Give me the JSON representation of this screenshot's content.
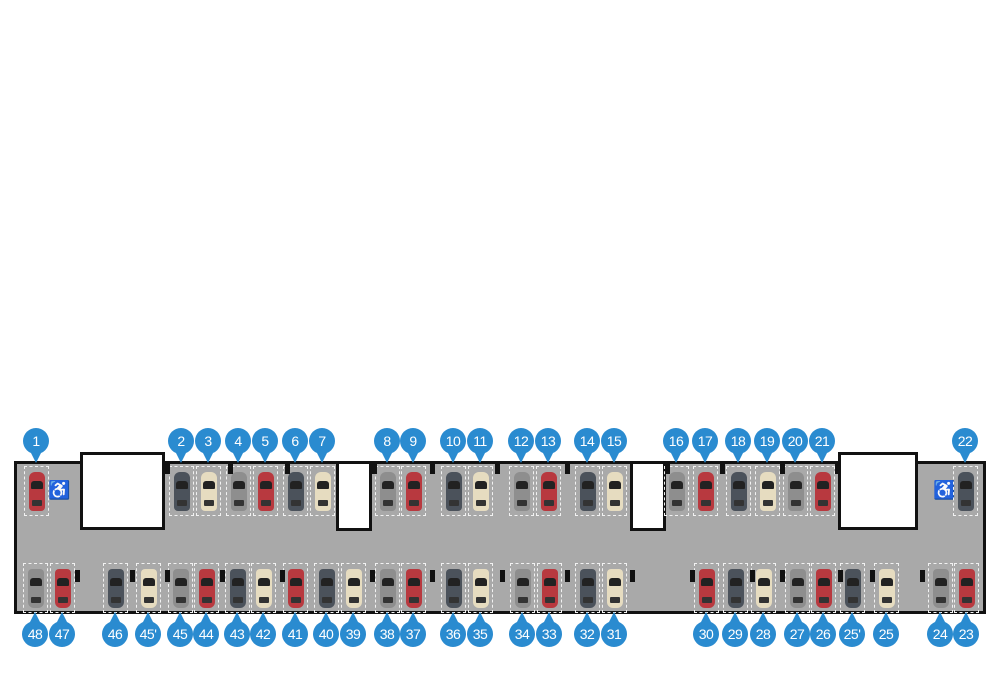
{
  "colors": {
    "pin": "#2a8bd0",
    "red": "#b8393f",
    "cream": "#e6dcc0",
    "grey": "#8e8e8e",
    "dark": "#4b525b"
  },
  "accessible_symbol": "♿",
  "top_spots": [
    {
      "label": "1",
      "car": "red"
    },
    {
      "label": "2",
      "car": "dark"
    },
    {
      "label": "3",
      "car": "cream"
    },
    {
      "label": "4",
      "car": "grey"
    },
    {
      "label": "5",
      "car": "red"
    },
    {
      "label": "6",
      "car": "dark"
    },
    {
      "label": "7",
      "car": "cream"
    },
    {
      "label": "8",
      "car": "grey"
    },
    {
      "label": "9",
      "car": "red"
    },
    {
      "label": "10",
      "car": "dark"
    },
    {
      "label": "11",
      "car": "cream"
    },
    {
      "label": "12",
      "car": "grey"
    },
    {
      "label": "13",
      "car": "red"
    },
    {
      "label": "14",
      "car": "dark"
    },
    {
      "label": "15",
      "car": "cream"
    },
    {
      "label": "16",
      "car": "grey"
    },
    {
      "label": "17",
      "car": "red"
    },
    {
      "label": "18",
      "car": "dark"
    },
    {
      "label": "19",
      "car": "cream"
    },
    {
      "label": "20",
      "car": "grey"
    },
    {
      "label": "21",
      "car": "red"
    },
    {
      "label": "22",
      "car": "dark"
    }
  ],
  "bottom_spots": [
    {
      "label": "48",
      "car": "grey"
    },
    {
      "label": "47",
      "car": "red"
    },
    {
      "label": "46",
      "car": "dark"
    },
    {
      "label": "45'",
      "car": "cream"
    },
    {
      "label": "45",
      "car": "grey"
    },
    {
      "label": "44",
      "car": "red"
    },
    {
      "label": "43",
      "car": "dark"
    },
    {
      "label": "42",
      "car": "cream"
    },
    {
      "label": "41",
      "car": "red"
    },
    {
      "label": "40",
      "car": "dark"
    },
    {
      "label": "39",
      "car": "cream"
    },
    {
      "label": "38",
      "car": "grey"
    },
    {
      "label": "37",
      "car": "red"
    },
    {
      "label": "36",
      "car": "dark"
    },
    {
      "label": "35",
      "car": "cream"
    },
    {
      "label": "34",
      "car": "grey"
    },
    {
      "label": "33",
      "car": "red"
    },
    {
      "label": "32",
      "car": "dark"
    },
    {
      "label": "31",
      "car": "cream"
    },
    {
      "label": "30",
      "car": "red"
    },
    {
      "label": "29",
      "car": "dark"
    },
    {
      "label": "28",
      "car": "cream"
    },
    {
      "label": "27",
      "car": "grey"
    },
    {
      "label": "26",
      "car": "red"
    },
    {
      "label": "25'",
      "car": "dark"
    },
    {
      "label": "25",
      "car": "cream"
    },
    {
      "label": "24",
      "car": "grey"
    },
    {
      "label": "23",
      "car": "red"
    }
  ]
}
